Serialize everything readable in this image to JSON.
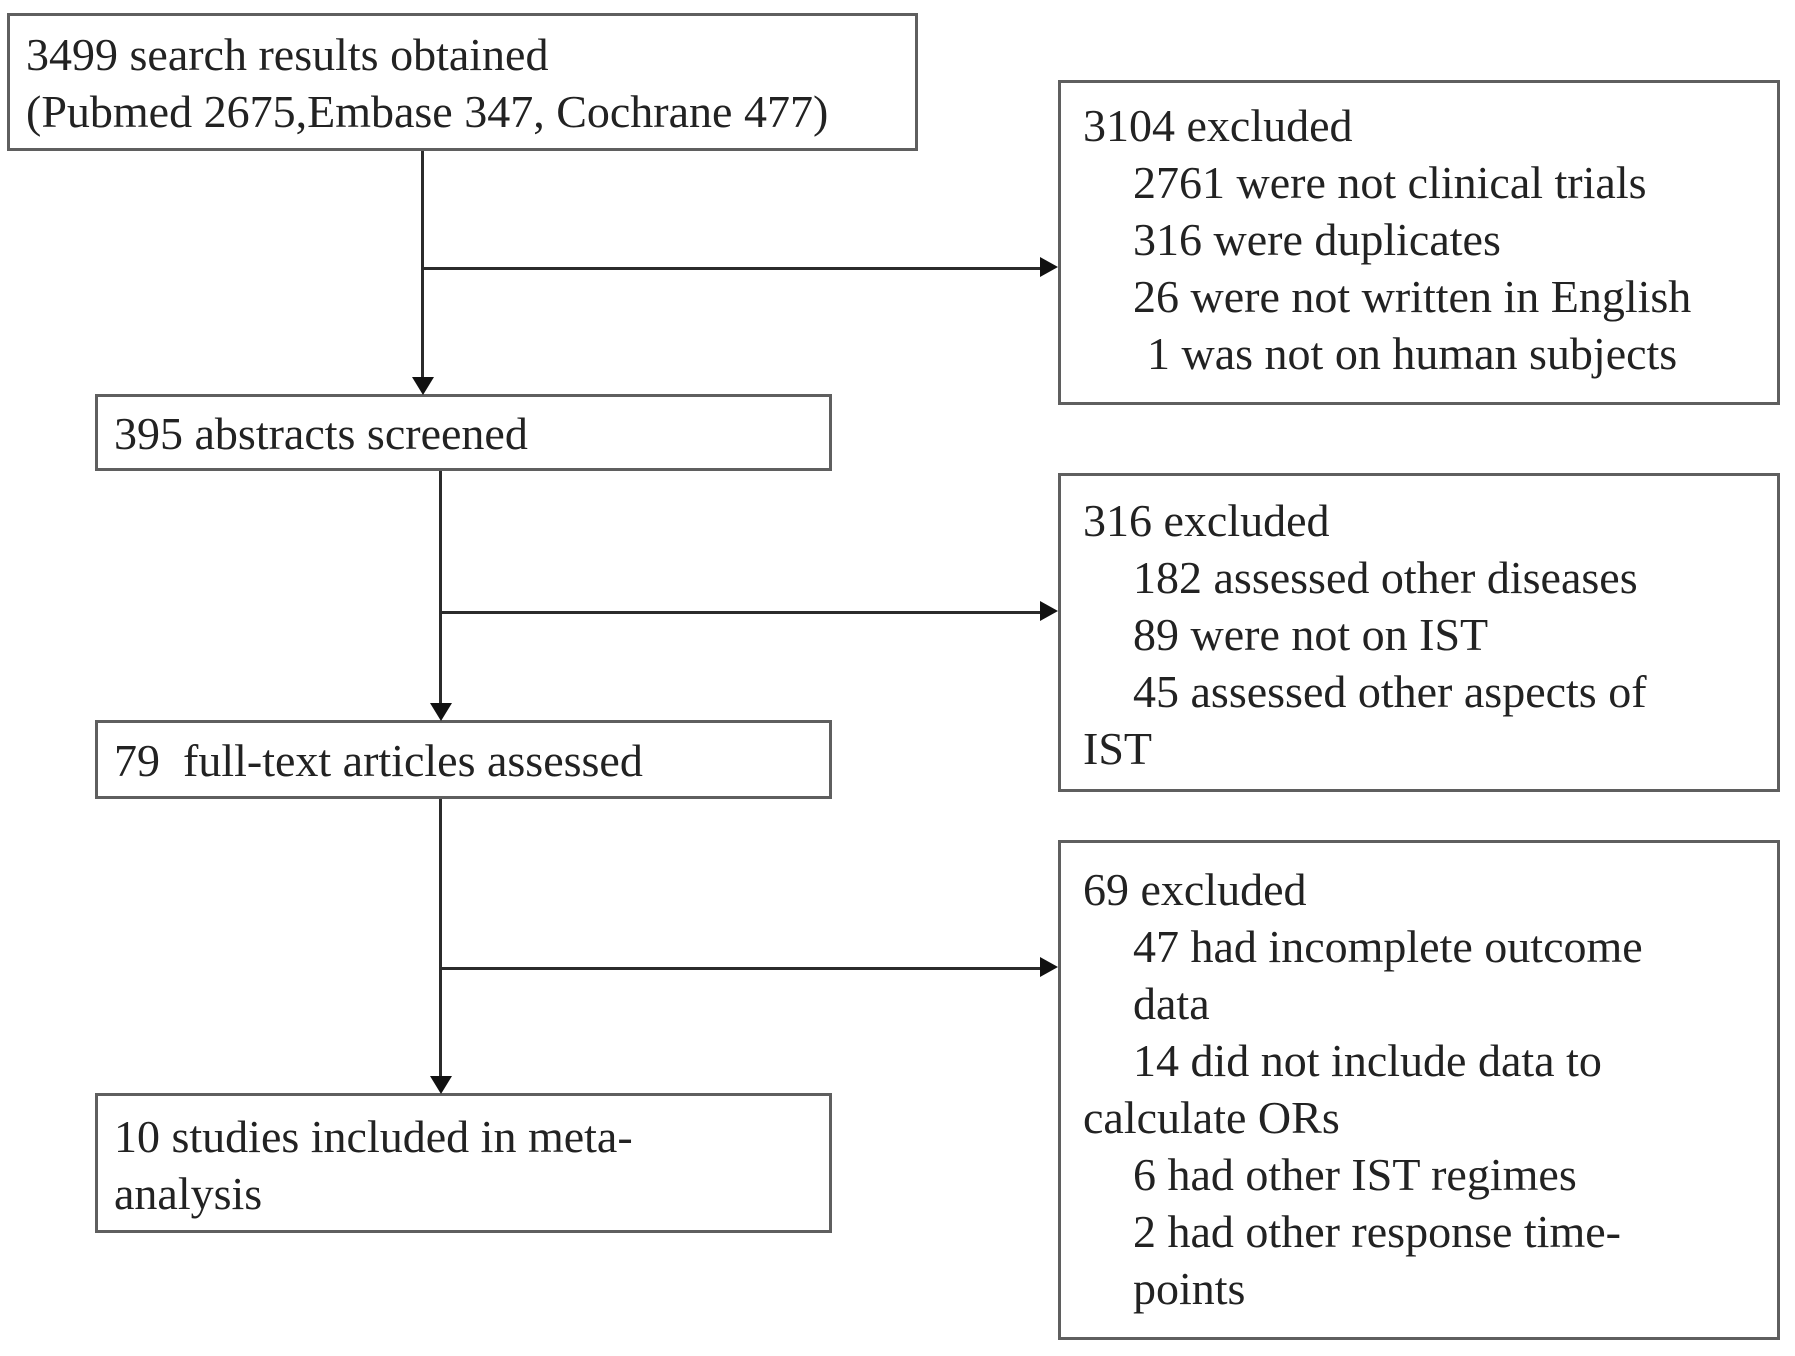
{
  "boxes": {
    "search_results": {
      "lines": [
        "3499 search results obtained",
        "(Pubmed 2675,Embase 347, Cochrane 477)"
      ]
    },
    "excluded_first": {
      "lines": [
        "3104 excluded",
        "2761 were not clinical trials",
        "316 were duplicates",
        "26 were not written in English",
        "1 was not on human subjects"
      ]
    },
    "abstracts_screened": {
      "lines": [
        "395 abstracts screened"
      ]
    },
    "excluded_second": {
      "lines": [
        "316 excluded",
        "182 assessed other diseases",
        "89 were not on IST",
        "45 assessed other aspects of",
        "IST"
      ]
    },
    "full_text_assessed": {
      "lines": [
        "79  full-text articles assessed"
      ]
    },
    "excluded_third": {
      "lines": [
        "69 excluded",
        "47 had incomplete outcome",
        "data",
        "14 did not include data to",
        "calculate ORs",
        "6 had other IST regimes",
        "2 had other response time-",
        "points"
      ]
    },
    "included_meta_analysis": {
      "lines": [
        "10 studies included in meta-",
        "analysis"
      ]
    }
  },
  "colors": {
    "background": "#ffffff",
    "text": "#222222",
    "box_border": "#5f5f5f",
    "connector": "#2b2b2b"
  }
}
